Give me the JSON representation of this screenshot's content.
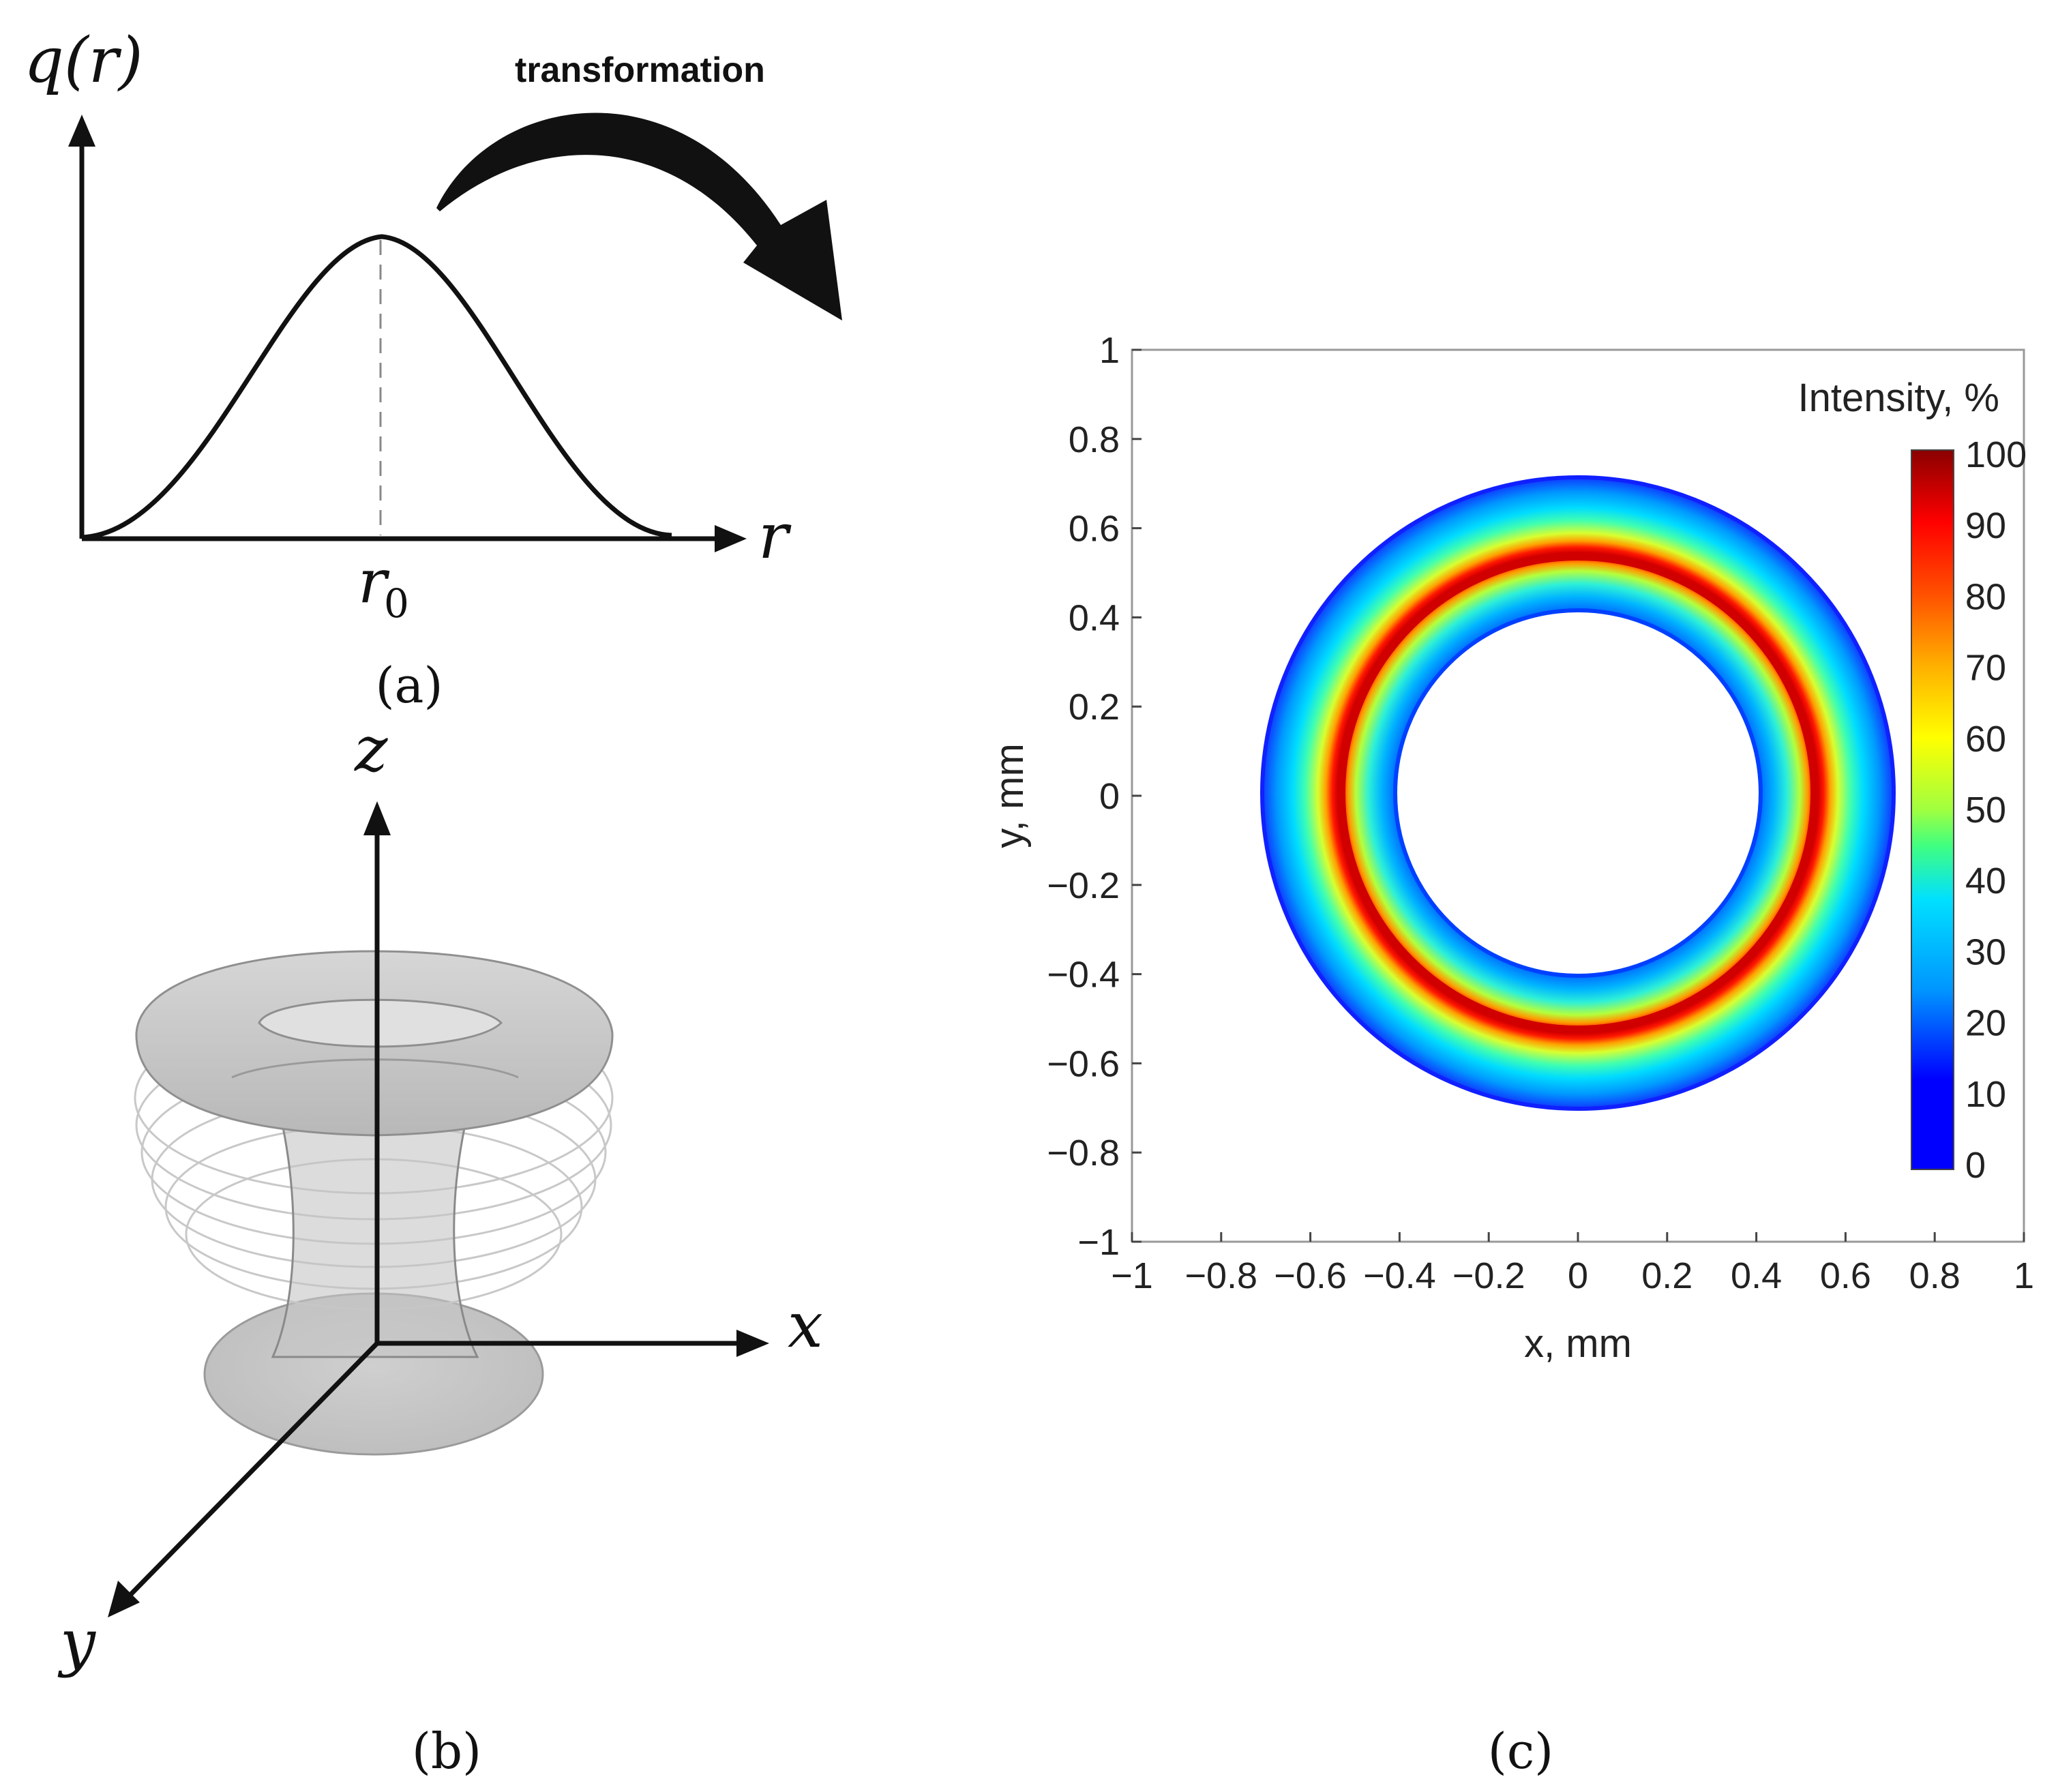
{
  "panel_a": {
    "y_axis_label": "q(r)",
    "x_axis_label": "r",
    "peak_label": "r",
    "peak_label_sub": "0",
    "arrow_label": "transformation",
    "caption": "(a)"
  },
  "panel_b": {
    "axis_z": "z",
    "axis_x": "x",
    "axis_y": "y",
    "caption": "(b)"
  },
  "panel_c": {
    "caption": "(c)",
    "colorbar_title": "Intensity, %",
    "colorbar_ticks": [
      "100",
      "90",
      "80",
      "70",
      "60",
      "50",
      "40",
      "30",
      "20",
      "10",
      "0"
    ]
  },
  "chart_data": {
    "type": "heatmap",
    "xlabel": "x, mm",
    "ylabel": "y, mm",
    "xlim": [
      -1,
      1
    ],
    "ylim": [
      -1,
      1
    ],
    "x_ticks": [
      "−1",
      "−0.8",
      "−0.6",
      "−0.4",
      "−0.2",
      "0",
      "0.2",
      "0.4",
      "0.6",
      "0.8",
      "1"
    ],
    "y_ticks": [
      "1",
      "0.8",
      "0.6",
      "0.4",
      "0.2",
      "0",
      "−0.2",
      "−0.4",
      "−0.6",
      "−0.8",
      "−1"
    ],
    "colorbar": {
      "label": "Intensity, %",
      "min": 0,
      "max": 100,
      "colormap": "jet"
    },
    "ring": {
      "peak_radius_mm": 0.53,
      "inner_radius_mm": 0.41,
      "outer_radius_mm": 0.71,
      "peak_intensity_pct": 100,
      "inner_edge_intensity_pct": 12,
      "outer_edge_intensity_pct": 6
    }
  }
}
